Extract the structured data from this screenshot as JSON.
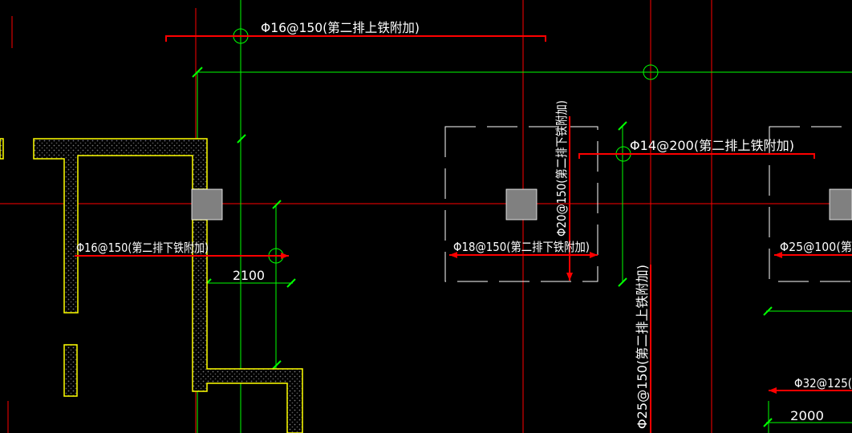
{
  "drawing": {
    "background": "#000000",
    "colors": {
      "grid_red": "#ff0000",
      "grid_green": "#00ff00",
      "rebar_red": "#ff0000",
      "wall_yellow": "#ffff00",
      "column_gray": "#808080",
      "outline_white": "#ffffff",
      "text_white": "#ffffff"
    },
    "labels": {
      "top_rebar_1": "Φ16@150(第二排上铁附加)",
      "top_rebar_2": "Φ14@200(第二排上铁附加)",
      "bottom_rebar_1": "Φ16@150(第二排下铁附加)",
      "bottom_rebar_2": "Φ18@150(第二排下铁附加)",
      "bottom_rebar_3": "Φ25@100(第",
      "vert_rebar_1": "Φ20@150(第二排下铁附加)",
      "vert_rebar_2": "Φ25@150(第二排上铁附加)",
      "right_rebar_bottom": "Φ32@125(",
      "dim_2100": "2100",
      "dim_2000": "2000"
    }
  }
}
